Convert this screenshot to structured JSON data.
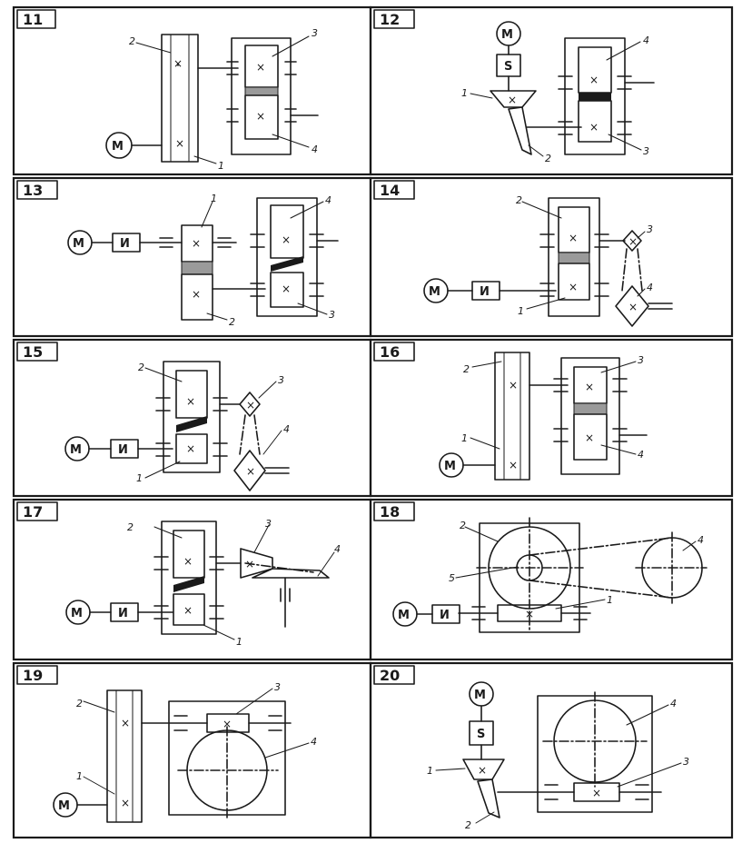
{
  "motor_letter": "M",
  "coupling_letter": "И",
  "brake_letter": "S",
  "gear_mark": "×",
  "panels": [
    {
      "number": "11",
      "labels": [
        "2",
        "3",
        "4",
        "1"
      ]
    },
    {
      "number": "12",
      "labels": [
        "4",
        "1",
        "2",
        "3"
      ]
    },
    {
      "number": "13",
      "labels": [
        "1",
        "4",
        "2",
        "3"
      ]
    },
    {
      "number": "14",
      "labels": [
        "2",
        "3",
        "4",
        "1"
      ]
    },
    {
      "number": "15",
      "labels": [
        "2",
        "3",
        "4",
        "1"
      ]
    },
    {
      "number": "16",
      "labels": [
        "2",
        "3",
        "1",
        "4"
      ]
    },
    {
      "number": "17",
      "labels": [
        "2",
        "3",
        "4",
        "1"
      ]
    },
    {
      "number": "18",
      "labels": [
        "2",
        "4",
        "5",
        "1"
      ]
    },
    {
      "number": "19",
      "labels": [
        "2",
        "3",
        "4",
        "1"
      ]
    },
    {
      "number": "20",
      "labels": [
        "4",
        "3",
        "1",
        "2"
      ]
    }
  ]
}
